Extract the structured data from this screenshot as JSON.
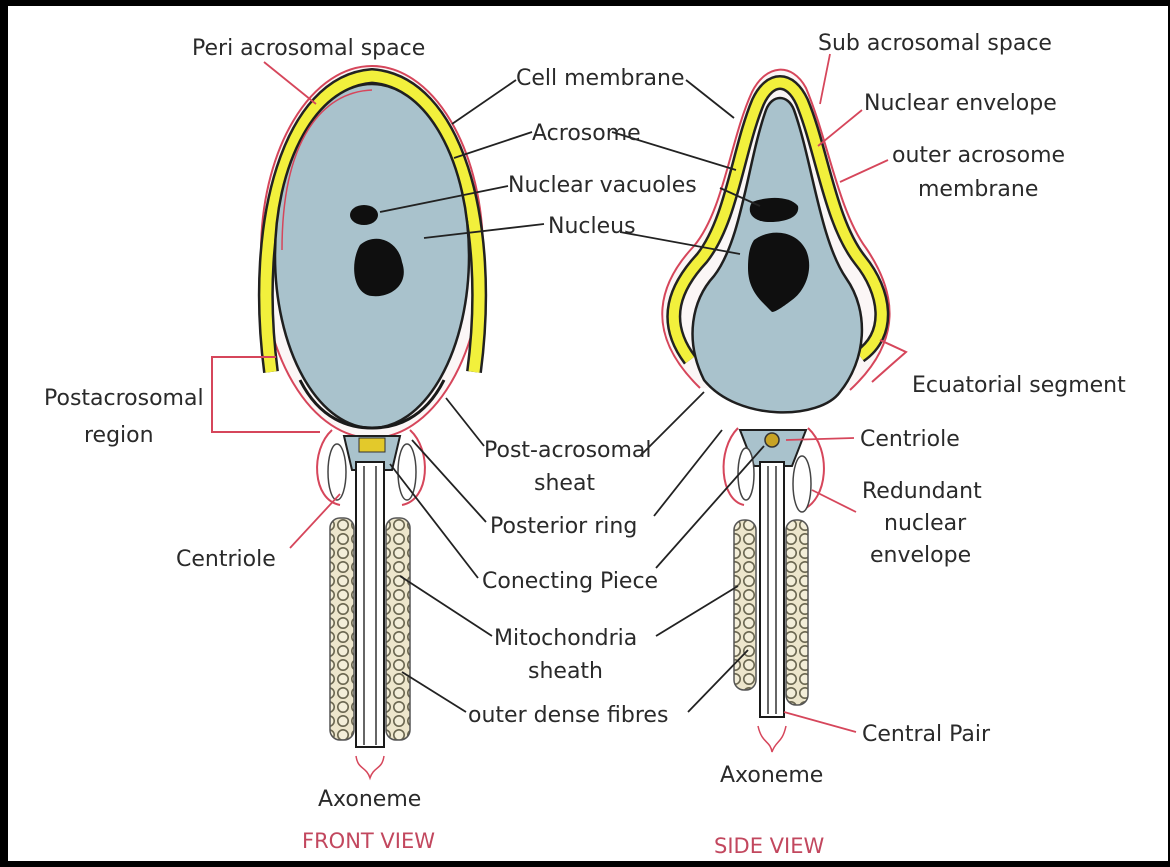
{
  "colors": {
    "frame": "#000000",
    "background": "#ffffff",
    "nucleus": "#a9c2cc",
    "acrosome": "#f2f03c",
    "membrane_red": "#d6465b",
    "dark": "#111111",
    "label_text": "#2a2a2a",
    "view_label": "#c2475e"
  },
  "front_view": {
    "title": "FRONT VIEW",
    "labels": {
      "peri_acrosomal_space": "Peri acrosomal space",
      "cell_membrane": "Cell membrane",
      "acrosome": "Acrosome",
      "nuclear_vacuoles": "Nuclear vacuoles",
      "nucleus": "Nucleus",
      "postacrosomal_region_line1": "Postacrosomal",
      "postacrosomal_region_line2": "region",
      "post_acrosomal_sheat_line1": "Post-acrosomal",
      "post_acrosomal_sheat_line2": "sheat",
      "posterior_ring": "Posterior ring",
      "centriole": "Centriole",
      "connecting_piece": "Conecting Piece",
      "mitochondria_sheath_line1": "Mitochondria",
      "mitochondria_sheath_line2": "sheath",
      "outer_dense_fibres": "outer dense fibres",
      "axoneme": "Axoneme"
    }
  },
  "side_view": {
    "title": "SIDE VIEW",
    "labels": {
      "sub_acrosomal_space": "Sub acrosomal space",
      "nuclear_envelope": "Nuclear envelope",
      "outer_acrosome_membrane_line1": "outer acrosome",
      "outer_acrosome_membrane_line2": "membrane",
      "ecuatorial_segment": "Ecuatorial segment",
      "centriole": "Centriole",
      "redundant_nuclear_envelope_line1": "Redundant",
      "redundant_nuclear_envelope_line2": "nuclear",
      "redundant_nuclear_envelope_line3": "envelope",
      "central_pair": "Central Pair",
      "axoneme": "Axoneme"
    }
  }
}
